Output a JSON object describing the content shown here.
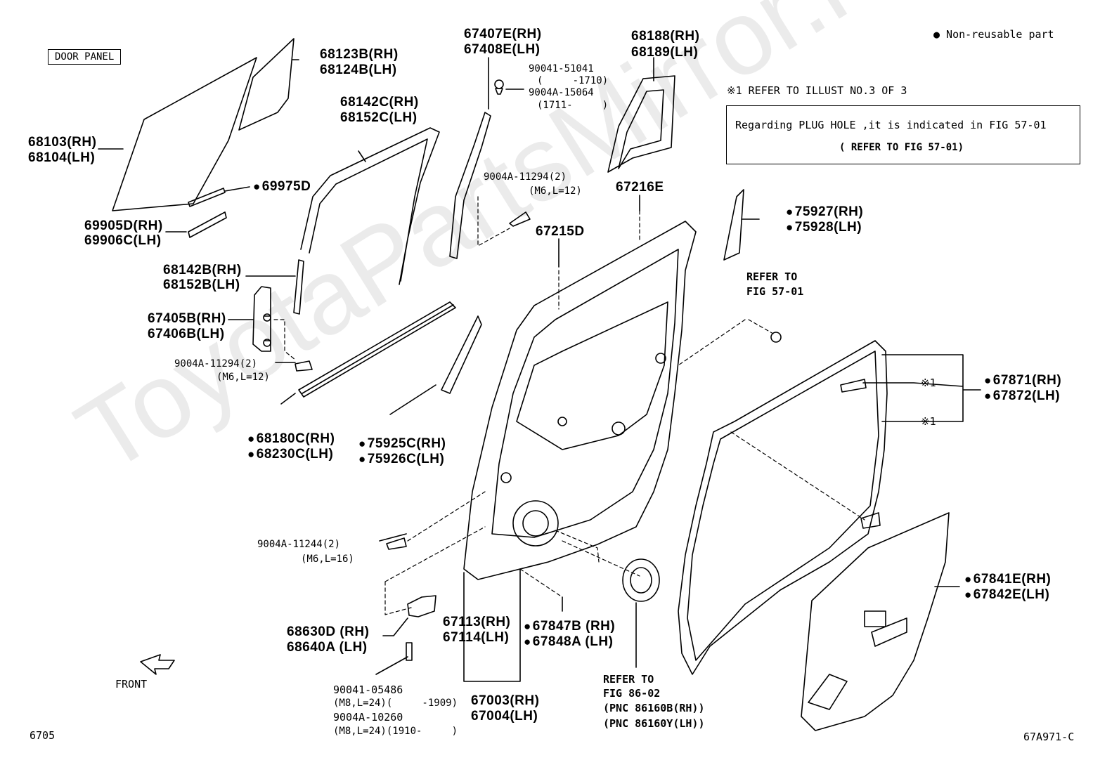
{
  "header": {
    "door_panel_label": "DOOR PANEL",
    "non_reusable_legend": "● Non-reusable part",
    "refer_note": "※1 REFER TO ILLUST NO.3 OF 3",
    "plug_hole_line1": "Regarding PLUG HOLE ,it is indicated in FIG 57-01",
    "plug_hole_line2": "( REFER TO FIG 57-01)"
  },
  "labels": {
    "p68123": [
      "68123B(RH)",
      "68124B(LH)"
    ],
    "p68103": [
      "68103(RH)",
      "68104(LH)"
    ],
    "p69975": "69975D",
    "p69905": [
      "69905D(RH)",
      "69906C(LH)"
    ],
    "p68142c": [
      "68142C(RH)",
      "68152C(LH)"
    ],
    "p68142b": [
      "68142B(RH)",
      "68152B(LH)"
    ],
    "p67405": [
      "67405B(RH)",
      "67406B(LH)"
    ],
    "bolt_upper": [
      "9004A-11294(2)",
      "(M6,L=12)"
    ],
    "p68180": [
      "68180C(RH)",
      "68230C(LH)"
    ],
    "p75925": [
      "75925C(RH)",
      "75926C(LH)"
    ],
    "p67407": [
      "67407E(RH)",
      "67408E(LH)"
    ],
    "clip_90041": [
      "90041-51041",
      "(     -1710)",
      "9004A-15064",
      "(1711-     )"
    ],
    "bolt_mid": [
      "9004A-11294(2)",
      "(M6,L=12)"
    ],
    "p67215": "67215D",
    "p68188": [
      "68188(RH)",
      "68189(LH)"
    ],
    "p67216": "67216E",
    "p75927": [
      "75927(RH)",
      "75928(LH)"
    ],
    "refer_5701": [
      "REFER TO",
      "FIG 57-01"
    ],
    "p67871": [
      "67871(RH)",
      "67872(LH)"
    ],
    "ref_mark_1": "※1",
    "ref_mark_2": "※1",
    "bolt_lower": [
      "9004A-11244(2)",
      "(M6,L=16)"
    ],
    "p68630": [
      "68630D (RH)",
      "68640A (LH)"
    ],
    "front": "FRONT",
    "bolt_bottom": [
      "90041-05486",
      "(M8,L=24)(     -1909)",
      "9004A-10260",
      "(M8,L=24)(1910-     )"
    ],
    "p67113": [
      "67113(RH)",
      "67114(LH)"
    ],
    "p67003": [
      "67003(RH)",
      "67004(LH)"
    ],
    "p67847": [
      "67847B (RH)",
      "67848A (LH)"
    ],
    "refer_8602": [
      "REFER TO",
      "FIG 86-02",
      "(PNC 86160B(RH))",
      "(PNC 86160Y(LH))"
    ],
    "p67841": [
      "67841E(RH)",
      "67842E(LH)"
    ]
  },
  "footer": {
    "left_code": "6705",
    "right_code": "67A971-C"
  },
  "watermark": "ToyotaPartsMirror.ru"
}
